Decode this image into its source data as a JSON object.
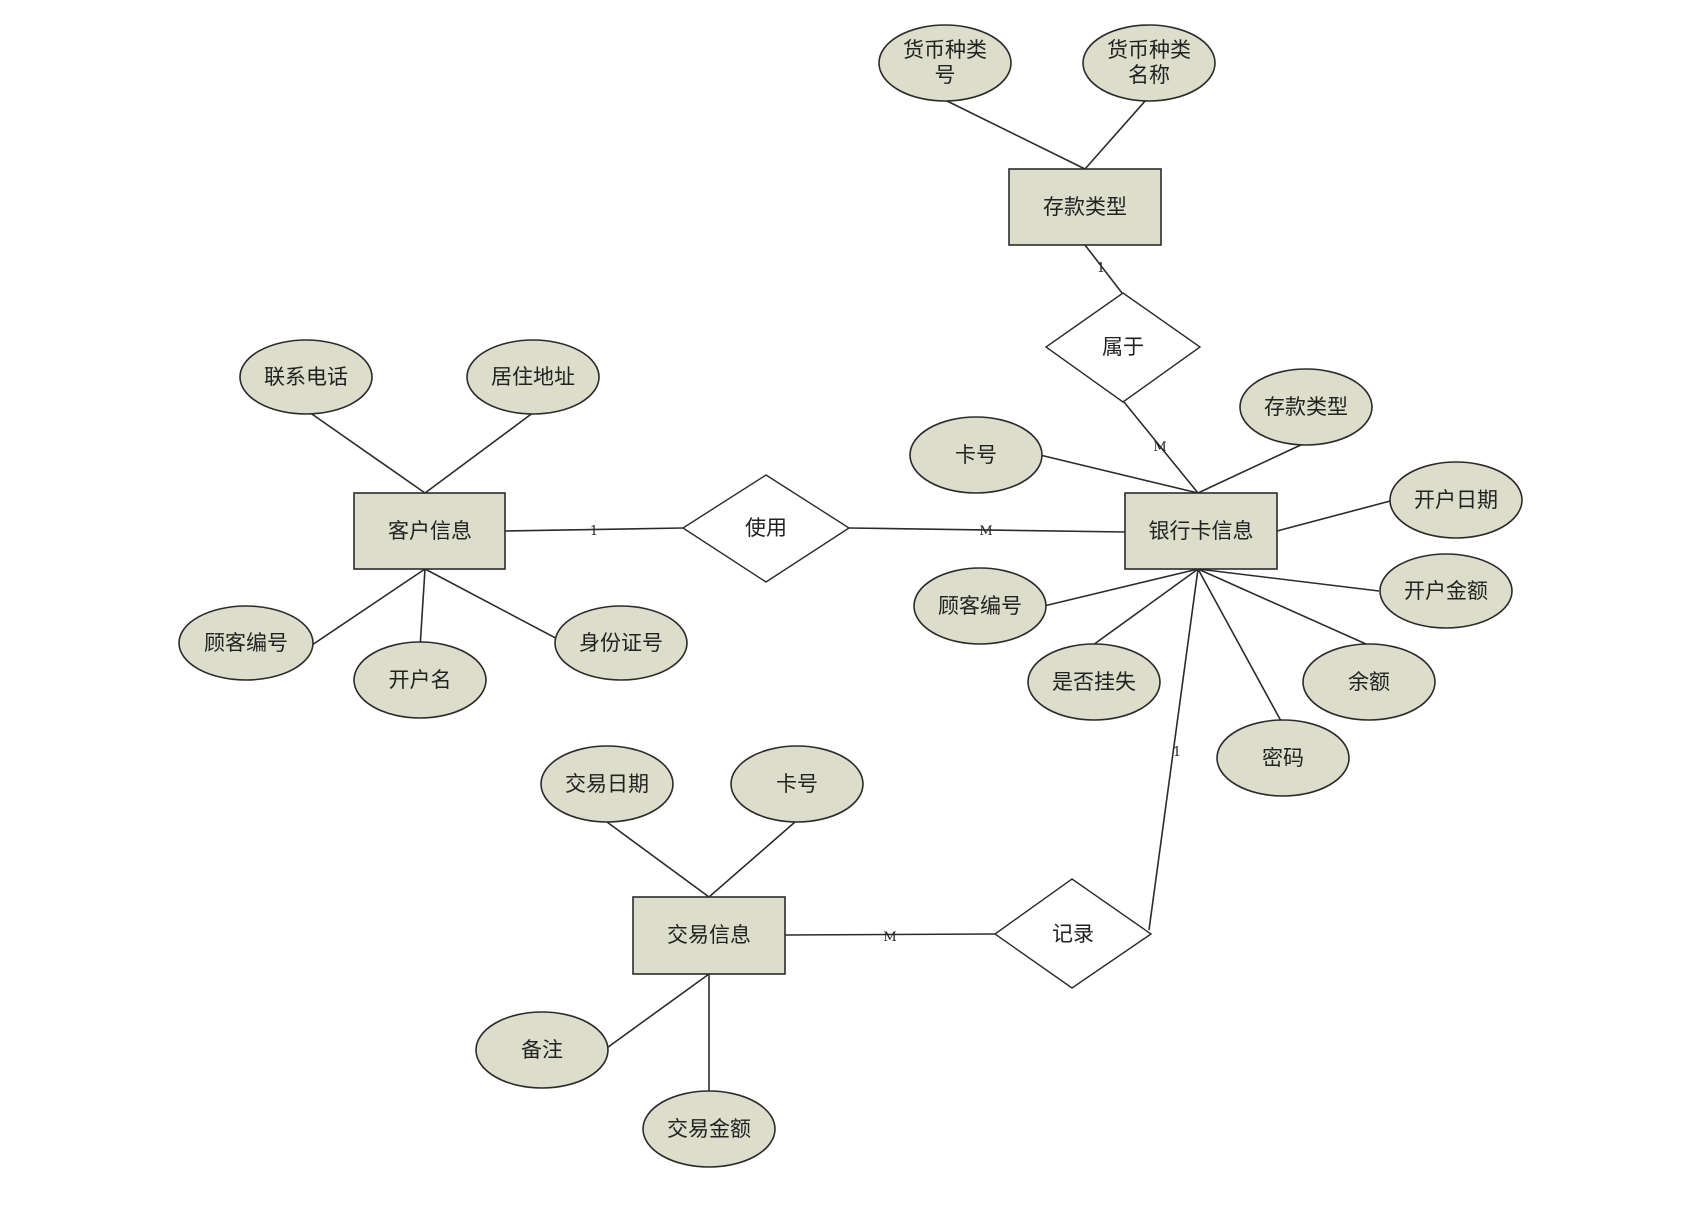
{
  "entities": {
    "customer": "客户信息",
    "bank_card": "银行卡信息",
    "deposit_type": "存款类型",
    "transaction": "交易信息"
  },
  "relationships": {
    "use": "使用",
    "belong": "属于",
    "record": "记录"
  },
  "attributes": {
    "customer_phone": "联系电话",
    "customer_address": "居住地址",
    "customer_id": "顾客编号",
    "customer_name": "开户名",
    "customer_idcard": "身份证号",
    "card_number": "卡号",
    "card_deposit_type": "存款类型",
    "card_open_date": "开户日期",
    "card_open_amount": "开户金额",
    "card_balance": "余额",
    "card_password": "密码",
    "card_lost": "是否挂失",
    "card_customer_id": "顾客编号",
    "currency_code_line1": "货币种类",
    "currency_code_line2": "号",
    "currency_name_line1": "货币种类",
    "currency_name_line2": "名称",
    "tx_date": "交易日期",
    "tx_card": "卡号",
    "tx_note": "备注",
    "tx_amount": "交易金额"
  },
  "cardinality": {
    "use_customer": "1",
    "use_card": "M",
    "belong_deposit": "1",
    "belong_card": "M",
    "record_card": "1",
    "record_transaction": "M"
  }
}
